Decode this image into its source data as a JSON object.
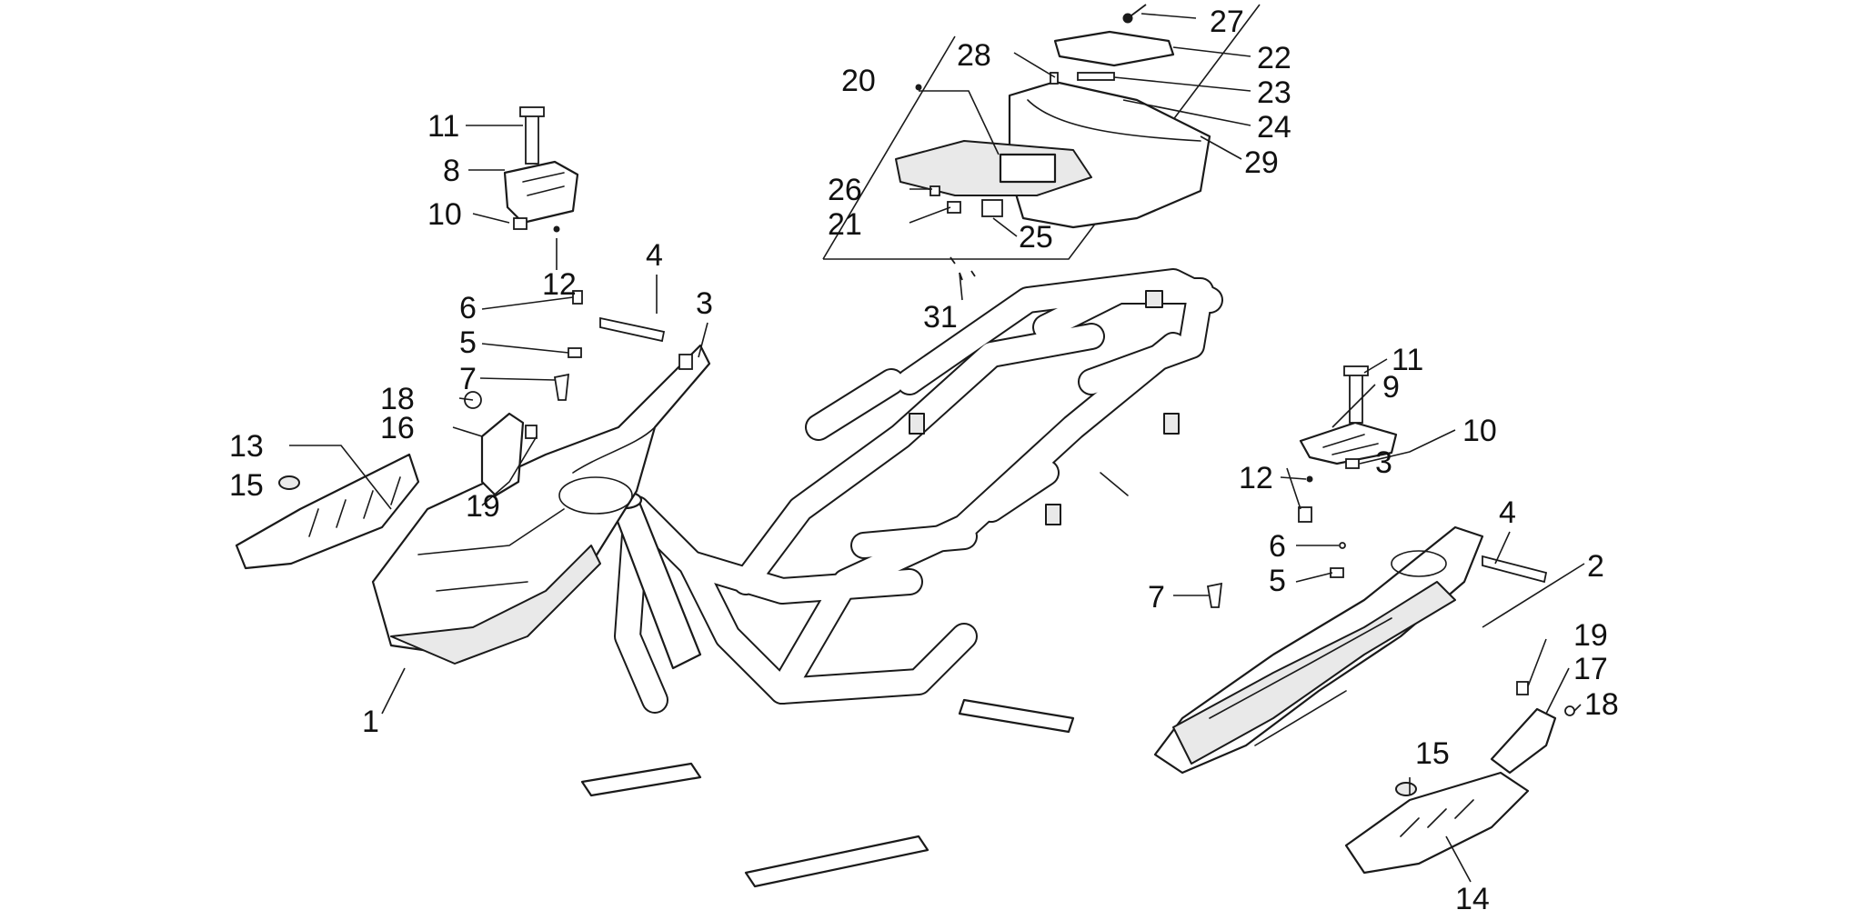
{
  "colors": {
    "line": "#1a1a1a",
    "background": "#ffffff",
    "shade": "#e9e9e9"
  },
  "callouts": [
    {
      "id": "c1",
      "label": "1"
    },
    {
      "id": "c2",
      "label": "2"
    },
    {
      "id": "c3a",
      "label": "3"
    },
    {
      "id": "c3b",
      "label": "3"
    },
    {
      "id": "c4a",
      "label": "4"
    },
    {
      "id": "c4b",
      "label": "4"
    },
    {
      "id": "c5a",
      "label": "5"
    },
    {
      "id": "c5b",
      "label": "5"
    },
    {
      "id": "c6a",
      "label": "6"
    },
    {
      "id": "c6b",
      "label": "6"
    },
    {
      "id": "c7a",
      "label": "7"
    },
    {
      "id": "c7b",
      "label": "7"
    },
    {
      "id": "c8",
      "label": "8"
    },
    {
      "id": "c9",
      "label": "9"
    },
    {
      "id": "c10a",
      "label": "10"
    },
    {
      "id": "c10b",
      "label": "10"
    },
    {
      "id": "c11a",
      "label": "11"
    },
    {
      "id": "c11b",
      "label": "11"
    },
    {
      "id": "c12a",
      "label": "12"
    },
    {
      "id": "c12b",
      "label": "12"
    },
    {
      "id": "c13",
      "label": "13"
    },
    {
      "id": "c14",
      "label": "14"
    },
    {
      "id": "c15a",
      "label": "15"
    },
    {
      "id": "c15b",
      "label": "15"
    },
    {
      "id": "c16",
      "label": "16"
    },
    {
      "id": "c17",
      "label": "17"
    },
    {
      "id": "c18a",
      "label": "18"
    },
    {
      "id": "c18b",
      "label": "18"
    },
    {
      "id": "c19a",
      "label": "19"
    },
    {
      "id": "c19b",
      "label": "19"
    },
    {
      "id": "c20",
      "label": "20"
    },
    {
      "id": "c21",
      "label": "21"
    },
    {
      "id": "c22",
      "label": "22"
    },
    {
      "id": "c23",
      "label": "23"
    },
    {
      "id": "c24",
      "label": "24"
    },
    {
      "id": "c25",
      "label": "25"
    },
    {
      "id": "c26",
      "label": "26"
    },
    {
      "id": "c27",
      "label": "27"
    },
    {
      "id": "c28",
      "label": "28"
    },
    {
      "id": "c29",
      "label": "29"
    },
    {
      "id": "c31",
      "label": "31"
    }
  ]
}
